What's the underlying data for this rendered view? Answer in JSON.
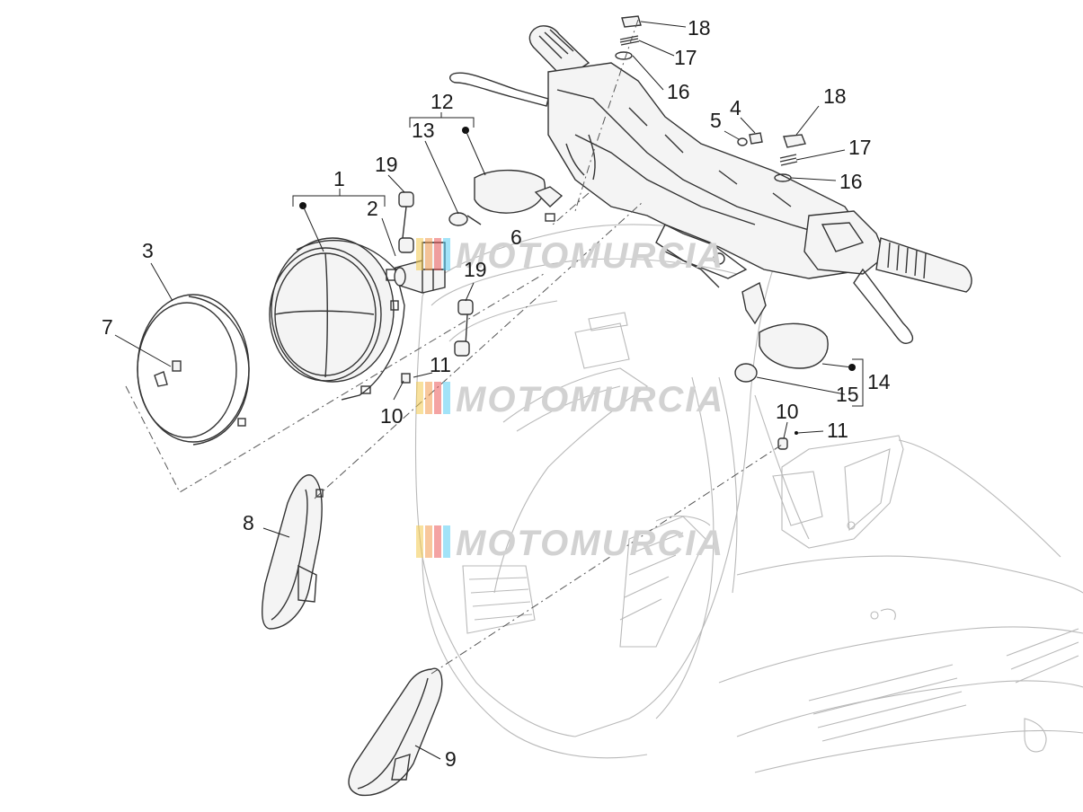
{
  "callouts": [
    {
      "id": "c1",
      "label": "1"
    },
    {
      "id": "c2",
      "label": "2"
    },
    {
      "id": "c3",
      "label": "3"
    },
    {
      "id": "c4",
      "label": "4"
    },
    {
      "id": "c5",
      "label": "5"
    },
    {
      "id": "c6",
      "label": "6"
    },
    {
      "id": "c7",
      "label": "7"
    },
    {
      "id": "c8",
      "label": "8"
    },
    {
      "id": "c9",
      "label": "9"
    },
    {
      "id": "c10a",
      "label": "10"
    },
    {
      "id": "c10b",
      "label": "10"
    },
    {
      "id": "c11a",
      "label": "11"
    },
    {
      "id": "c11b",
      "label": "11"
    },
    {
      "id": "c12",
      "label": "12"
    },
    {
      "id": "c13",
      "label": "13"
    },
    {
      "id": "c14",
      "label": "14"
    },
    {
      "id": "c15",
      "label": "15"
    },
    {
      "id": "c16a",
      "label": "16"
    },
    {
      "id": "c16b",
      "label": "16"
    },
    {
      "id": "c17a",
      "label": "17"
    },
    {
      "id": "c17b",
      "label": "17"
    },
    {
      "id": "c18a",
      "label": "18"
    },
    {
      "id": "c18b",
      "label": "18"
    },
    {
      "id": "c19",
      "label": "19"
    },
    {
      "id": "c19b",
      "label": "19"
    }
  ],
  "watermark": {
    "text": "MOTOMURCIA",
    "stripe_colors": [
      "#f2c94c",
      "#f2994a",
      "#eb5757",
      "#56ccf2"
    ]
  },
  "colors": {
    "line": "#333333",
    "body_line": "#b9b9b9",
    "watermark": "#d2d2d2"
  }
}
